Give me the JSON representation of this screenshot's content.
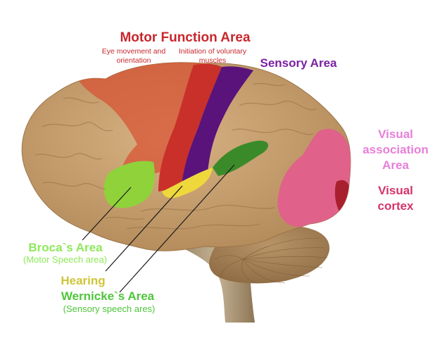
{
  "diagram": {
    "title": "Functional areas of the brain (lateral view)",
    "labels": {
      "motor_title": "Motor Function Area",
      "motor_sub_1_line1": "Eye movement and",
      "motor_sub_1_line2": "orientation",
      "motor_sub_2_line1": "Initiation of voluntary",
      "motor_sub_2_line2": "muscles",
      "sensory": "Sensory Area",
      "visual_assoc_line1": "Visual",
      "visual_assoc_line2": "association",
      "visual_assoc_line3": "Area",
      "visual_cortex_line1": "Visual",
      "visual_cortex_line2": "cortex",
      "broca": "Broca`s Area",
      "broca_sub": "(Motor Speech area)",
      "hearing": "Hearing",
      "wernicke": "Wernicke`s Area",
      "wernicke_sub": "(Sensory speech ares)"
    },
    "region_colors": {
      "brain_tissue": "#c9a06e",
      "premotor": "#cf5a40",
      "motor": "#c9302a",
      "sensory": "#5a137a",
      "broca": "#8fd23a",
      "hearing": "#eed83c",
      "wernicke": "#3b8a2a",
      "visual_association": "#e0628a",
      "visual_cortex": "#a8202e",
      "cerebellum": "#a88456",
      "brainstem": "#b6a283"
    }
  }
}
